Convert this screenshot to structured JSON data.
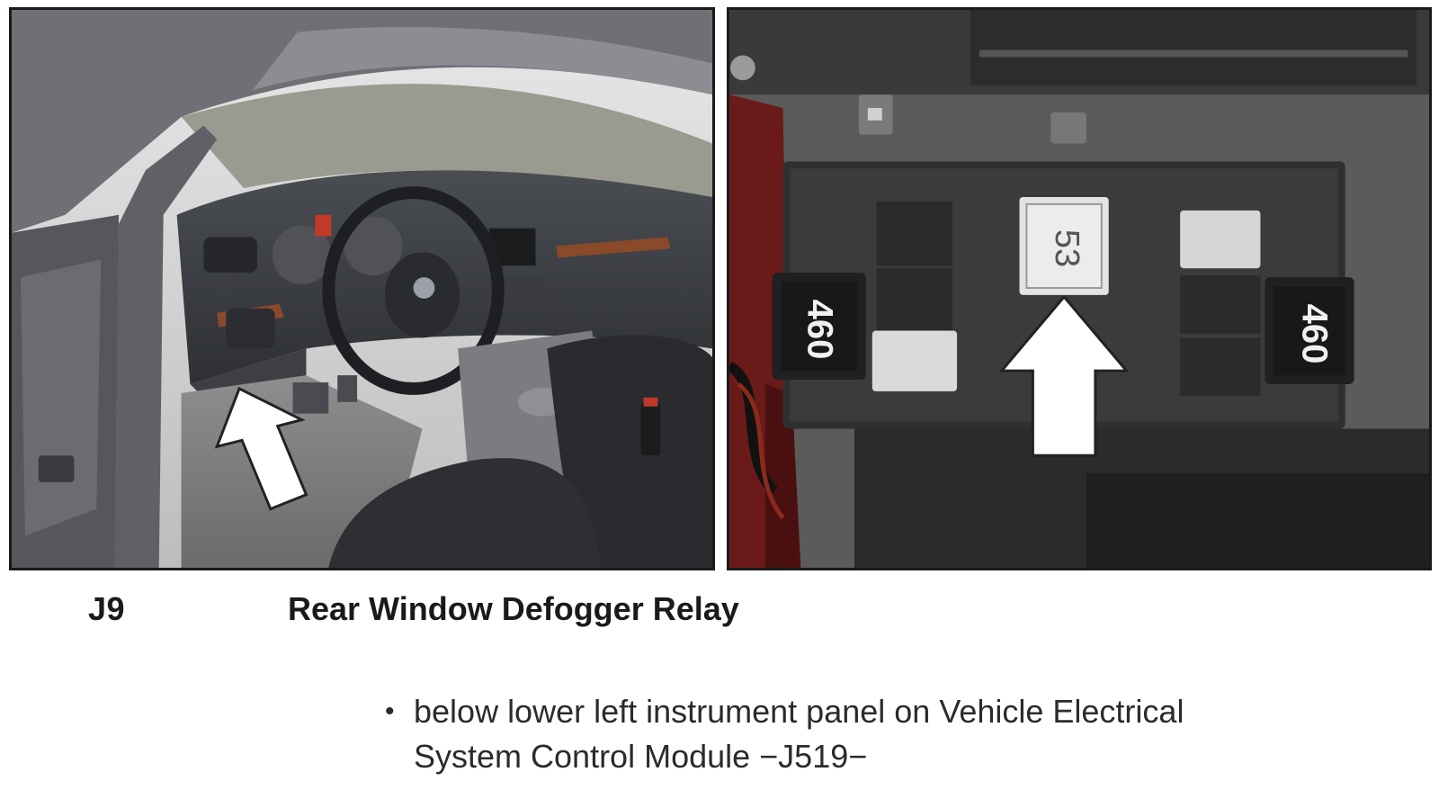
{
  "component": {
    "code": "J9",
    "name": "Rear Window Defogger Relay"
  },
  "location": {
    "bullet": "•",
    "line1": "below lower left instrument panel on Vehicle Electrical",
    "line2": "System Control Module −J519−"
  },
  "relay_labels": {
    "left_relay": "460",
    "center_relay": "53",
    "right_relay": "460"
  },
  "colors": {
    "border": "#1a1a1a",
    "text": "#1a1a1a",
    "arrow_fill": "#ffffff"
  }
}
